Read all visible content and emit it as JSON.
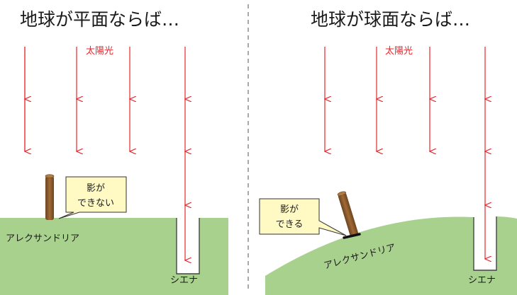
{
  "panels": {
    "flat": {
      "title": "地球が平面ならば…",
      "sun_label": "太陽光",
      "callout_line1": "影が",
      "callout_line2": "できない",
      "city_left": "アレクサンドリア",
      "city_right": "シエナ"
    },
    "sphere": {
      "title": "地球が球面ならば…",
      "sun_label": "太陽光",
      "callout_line1": "影が",
      "callout_line2": "できる",
      "city_left": "アレクサンドリア",
      "city_right": "シエナ"
    }
  },
  "colors": {
    "ground": "#a9d18e",
    "ray": "#e8262c",
    "stick": "#8b5a2b",
    "callout_fill": "#fff9c4",
    "divider": "#555555"
  }
}
